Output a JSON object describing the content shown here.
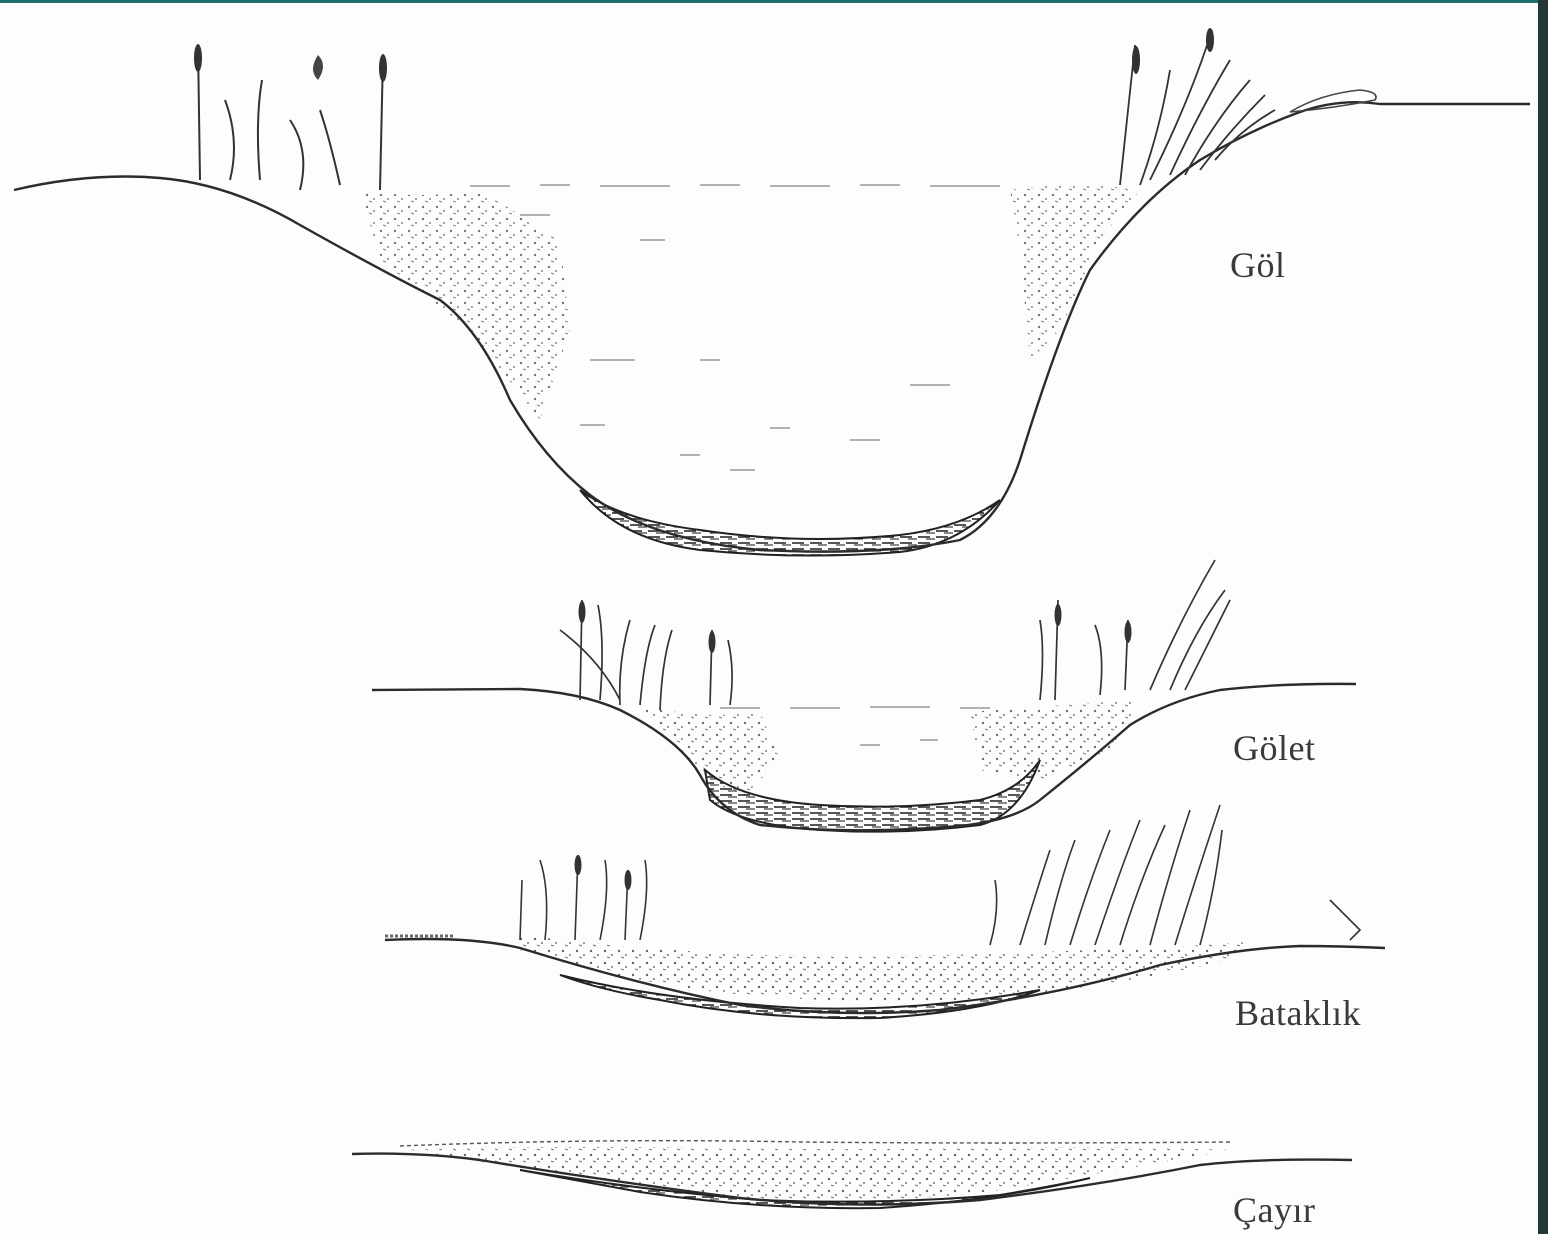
{
  "diagram": {
    "labels": {
      "gol": "Göl",
      "golet": "Gölet",
      "bataklik": "Bataklık",
      "cayir": "Çayır"
    }
  },
  "colors": {
    "ink": "#2b2b2b",
    "top_accent": "#1e6f6a",
    "right_frame": "#24383a",
    "background": "#fdfdfd"
  }
}
